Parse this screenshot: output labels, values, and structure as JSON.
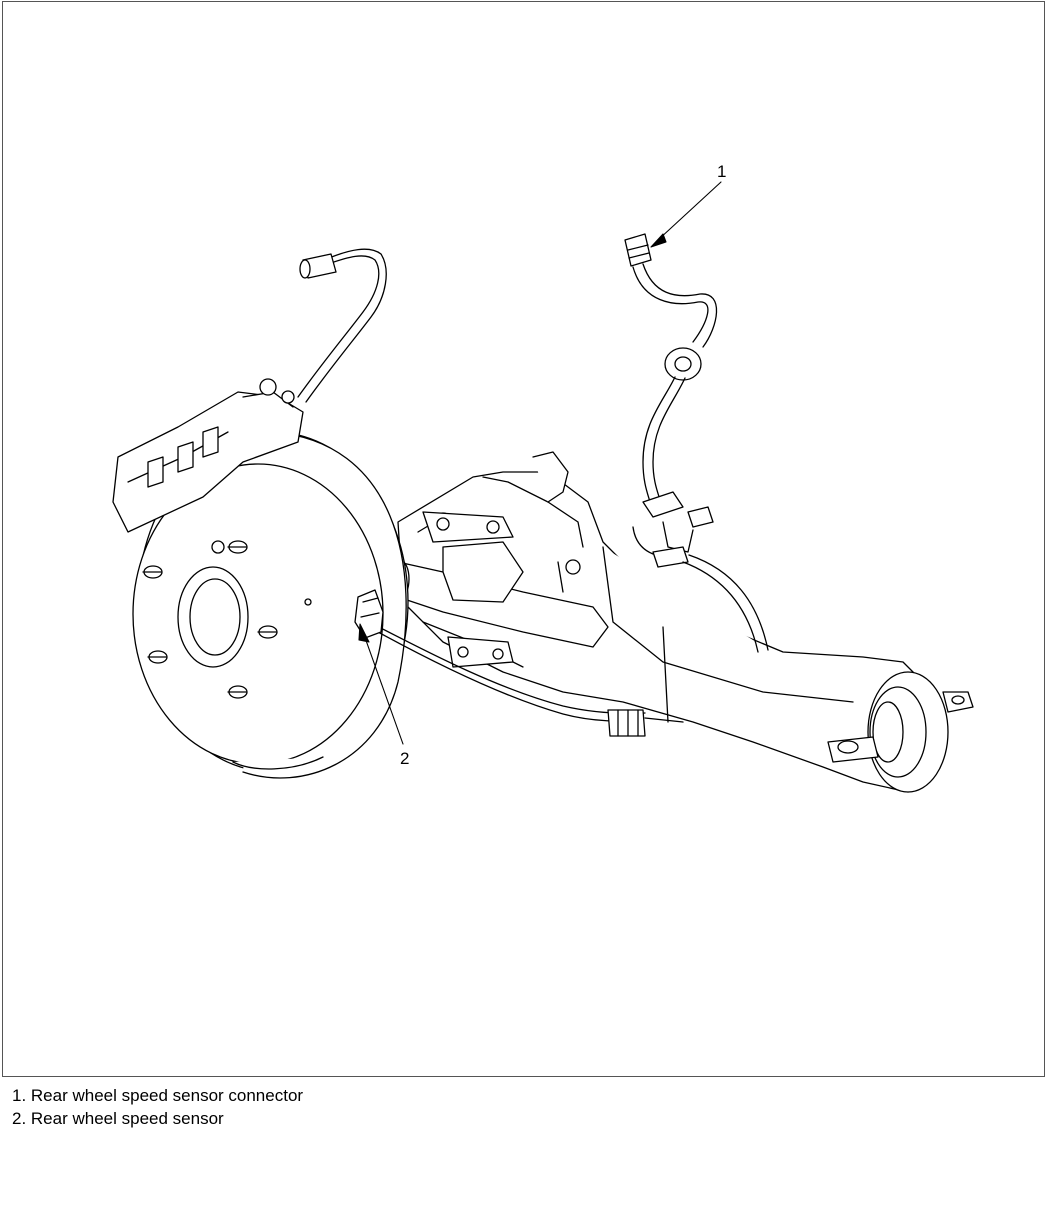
{
  "callouts": [
    {
      "number": "1"
    },
    {
      "number": "2"
    }
  ],
  "legend": [
    {
      "text": "1. Rear wheel speed sensor connector"
    },
    {
      "text": "2. Rear wheel speed sensor"
    }
  ]
}
